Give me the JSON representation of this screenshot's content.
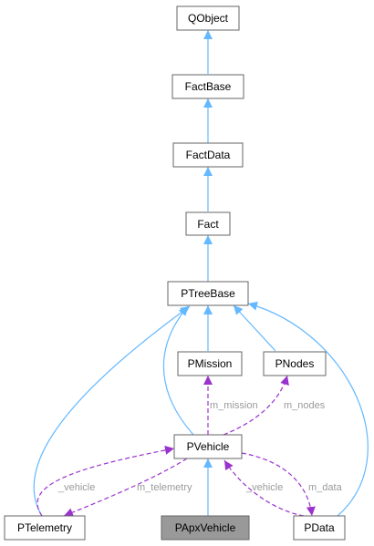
{
  "diagram": {
    "nodes": {
      "qobject": "QObject",
      "factbase": "FactBase",
      "factdata": "FactData",
      "fact": "Fact",
      "ptreebase": "PTreeBase",
      "pmission": "PMission",
      "pnodes": "PNodes",
      "pvehicle": "PVehicle",
      "ptelemetry": "PTelemetry",
      "papxvehicle": "PApxVehicle",
      "pdata": "PData"
    },
    "edge_labels": {
      "m_mission": "m_mission",
      "m_nodes": "m_nodes",
      "vehicle_from_telemetry": "_vehicle",
      "m_telemetry": "m_telemetry",
      "vehicle_from_data": "_vehicle",
      "m_data": "m_data"
    },
    "colors": {
      "inheritance_edge": "#63b8ff",
      "usage_edge": "#9a32cd",
      "edge_label": "#9a9a9a",
      "node_border": "#666666",
      "focus_node_fill": "#999999"
    }
  }
}
